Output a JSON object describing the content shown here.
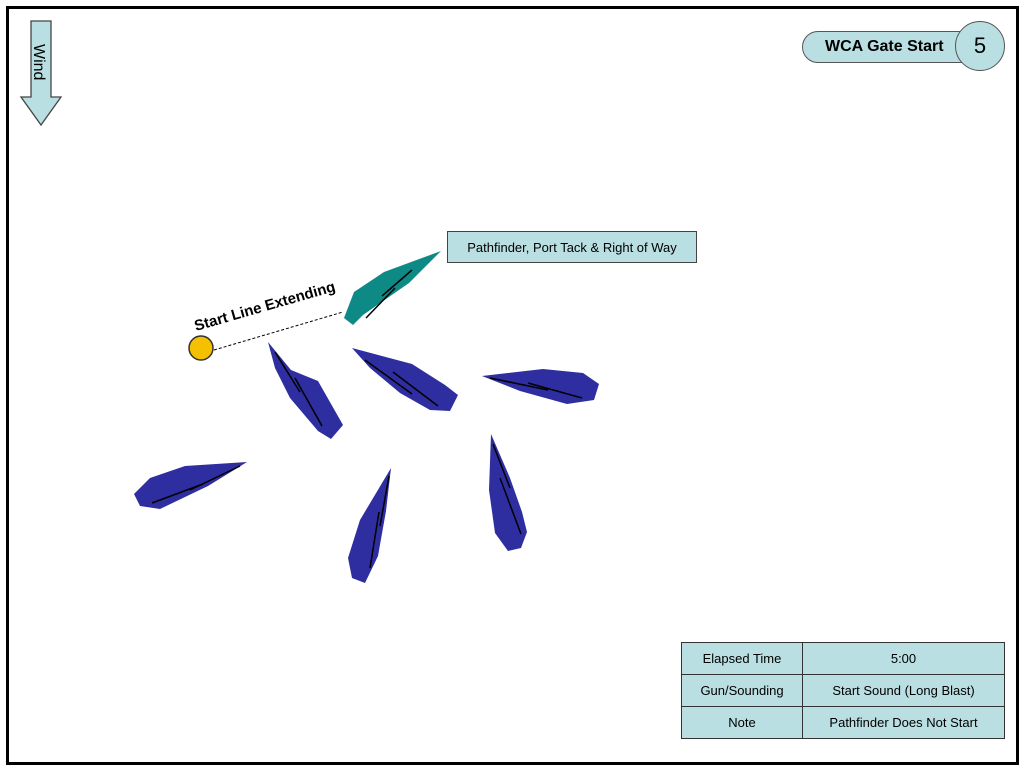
{
  "header": {
    "title": "WCA Gate Start",
    "step": "5"
  },
  "wind": {
    "label": "Wind"
  },
  "annotations": {
    "start_line": "Start Line Extending",
    "pathfinder_callout": "Pathfinder, Port Tack & Right of Way"
  },
  "info_table": [
    {
      "key": "Elapsed Time",
      "value": "5:00"
    },
    {
      "key": "Gun/Sounding",
      "value": "Start Sound (Long Blast)"
    },
    {
      "key": "Note",
      "value": "Pathfinder Does Not Start"
    }
  ],
  "colors": {
    "pathfinder_boat": "#0e8a86",
    "fleet_boat": "#2e2ea0",
    "mark": "#f5c000",
    "panel": "#b9dfe2"
  }
}
